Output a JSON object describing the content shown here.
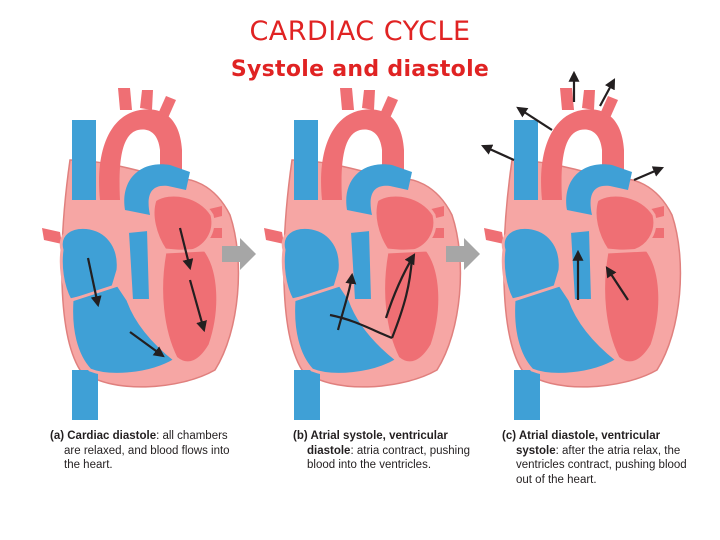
{
  "title": "CARDIAC CYCLE",
  "subtitle": "Systole and diastole",
  "colors": {
    "title": "#e02323",
    "oxygenated_red": "#ef6f74",
    "deoxygenated_blue": "#3fa0d6",
    "myocardium_pink": "#f6a6a4",
    "arrow_gray": "#a6a6a6"
  },
  "panels": [
    {
      "key": "a",
      "label": "(a) Cardiac diastole",
      "lines": [
        ": all chambers",
        "are relaxed, and blood flows into",
        "the heart."
      ]
    },
    {
      "key": "b",
      "label": "(b) Atrial systole, ventricular",
      "label2": "diastole",
      "lines": [
        ": atria contract, pushing",
        "blood into the ventricles."
      ]
    },
    {
      "key": "c",
      "label": "(c) Atrial diastole, ventricular",
      "label2": "systole",
      "lines": [
        ": after the atria relax, the",
        "ventricles contract, pushing blood",
        "out of the heart."
      ]
    }
  ]
}
